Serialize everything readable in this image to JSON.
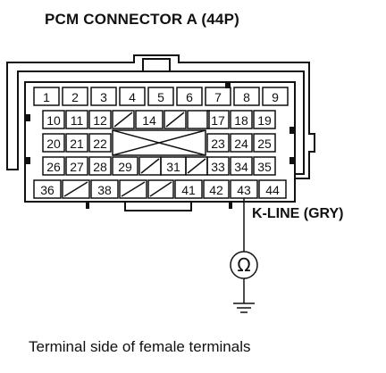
{
  "title": "PCM CONNECTOR A (44P)",
  "probe_label": "K-LINE (GRY)",
  "caption": "Terminal side of female terminals",
  "meter_symbol": "Ω",
  "pins": {
    "row1": [
      "1",
      "2",
      "3",
      "4",
      "5",
      "6",
      "7",
      "8",
      "9"
    ],
    "row2": [
      "10",
      "11",
      "12",
      "14",
      "17",
      "18",
      "19"
    ],
    "row3": [
      "20",
      "21",
      "22",
      "23",
      "24",
      "25"
    ],
    "row4": [
      "26",
      "27",
      "28",
      "29",
      "31",
      "33",
      "34",
      "35"
    ],
    "row5": [
      "36",
      "38",
      "41",
      "42",
      "43",
      "44"
    ]
  },
  "probed_pin": "43",
  "colors": {
    "line": "#111111",
    "background": "#ffffff"
  }
}
